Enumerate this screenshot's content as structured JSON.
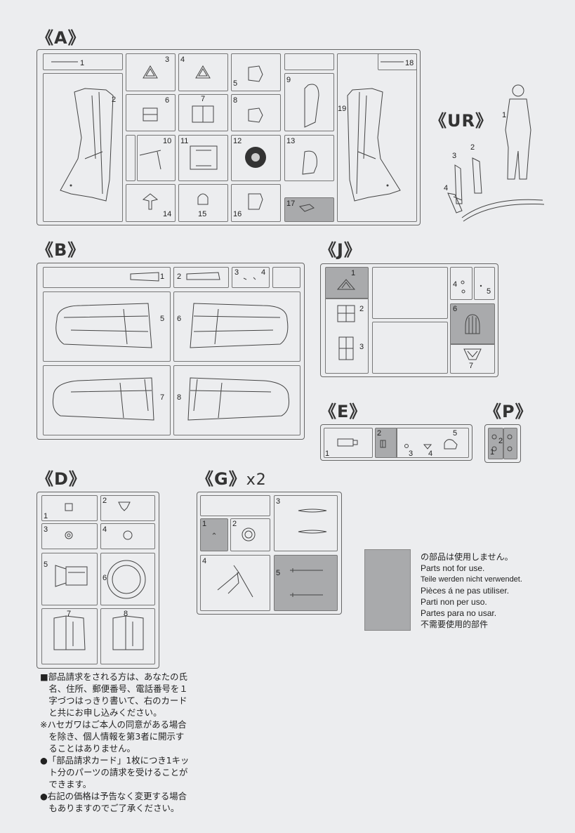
{
  "headers": {
    "A": "《A》",
    "UR": "《UR》",
    "B": "《B》",
    "J": "《J》",
    "E": "《E》",
    "P": "《P》",
    "D": "《D》",
    "G": "《G》",
    "G_mult": "x2"
  },
  "sprue_A": {
    "labels": [
      "1",
      "2",
      "3",
      "4",
      "5",
      "6",
      "7",
      "8",
      "9",
      "10",
      "11",
      "12",
      "13",
      "14",
      "15",
      "16",
      "17",
      "18",
      "19"
    ]
  },
  "sprue_UR": {
    "labels": [
      "1",
      "2",
      "3",
      "4"
    ]
  },
  "sprue_B": {
    "labels": [
      "1",
      "2",
      "3",
      "4",
      "5",
      "6",
      "7",
      "8"
    ]
  },
  "sprue_J": {
    "labels": [
      "1",
      "2",
      "3",
      "4",
      "5",
      "6",
      "7"
    ]
  },
  "sprue_E": {
    "labels": [
      "1",
      "2",
      "3",
      "4",
      "5"
    ]
  },
  "sprue_P": {
    "labels": [
      "1",
      "2"
    ]
  },
  "sprue_D": {
    "labels": [
      "1",
      "2",
      "3",
      "4",
      "5",
      "6",
      "7",
      "8"
    ]
  },
  "sprue_G": {
    "labels": [
      "1",
      "2",
      "3",
      "4",
      "5"
    ]
  },
  "legend": {
    "lines": [
      "の部品は使用しません。",
      "Parts not for use.",
      "Teile werden nicht verwendet.",
      "Pièces á ne pas utiliser.",
      "Parti non per uso.",
      "Partes para no usar.",
      "不需要使用的部件"
    ]
  },
  "notes": {
    "lines": [
      "■部品請求をされる方は、あなたの氏",
      "　名、住所、郵便番号、電話番号を１",
      "　字づつはっきり書いて、右のカード",
      "　と共にお申し込みください。",
      "※ハセガワはご本人の同意がある場合",
      "　を除き、個人情報を第3者に開示す",
      "　ることはありません。",
      "●「部品請求カード」1枚につき1キッ",
      "　ト分のパーツの請求を受けることが",
      "　できます。",
      "●右記の価格は予告なく変更する場合",
      "　もありますのでご了承ください。"
    ]
  },
  "colors": {
    "unused_part_fill": "#a9aaac",
    "background": "#ecedef",
    "line": "#555555"
  }
}
